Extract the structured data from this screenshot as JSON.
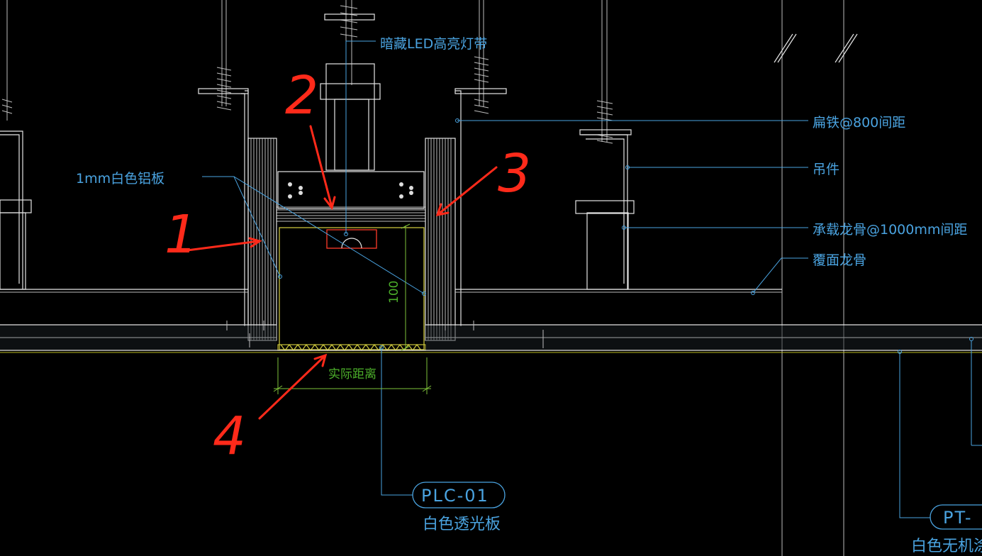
{
  "annotations": {
    "led_strip": "暗藏LED高亮灯带",
    "flat_iron": "扁铁@800间距",
    "hanger": "吊件",
    "main_keel": "承载龙骨@1000mm间距",
    "cover_keel": "覆面龙骨",
    "aluminum_panel": "1mm白色铝板"
  },
  "dimensions": {
    "height": "100",
    "actual_distance": "实际距离"
  },
  "tags": {
    "plc_code": "PLC-01",
    "plc_desc": "白色透光板",
    "pt_code": "PT-",
    "pt_desc": "白色无机涂"
  },
  "markers": [
    "1",
    "2",
    "3",
    "4"
  ],
  "colors": {
    "background": "#000000",
    "leader": "#4aa3e0",
    "dimension": "#4caf2a",
    "marker": "#ff2a1a"
  }
}
